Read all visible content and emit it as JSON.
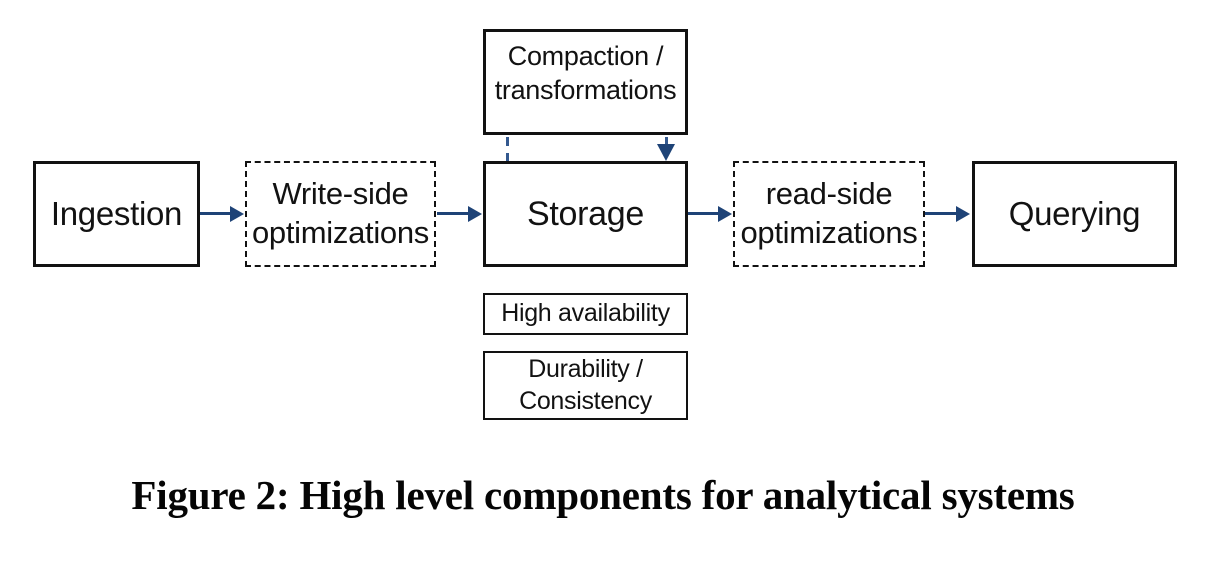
{
  "figure": {
    "caption": "Figure 2: High level components for analytical systems"
  },
  "diagram": {
    "nodes": {
      "ingestion": {
        "label": "Ingestion",
        "border": "solid"
      },
      "write_side": {
        "label": "Write-side\noptimizations",
        "border": "dashed"
      },
      "storage": {
        "label": "Storage",
        "border": "solid"
      },
      "read_side": {
        "label": "read-side\noptimizations",
        "border": "dashed"
      },
      "querying": {
        "label": "Querying",
        "border": "solid"
      },
      "compaction": {
        "label": "Compaction /\ntransformations",
        "border": "solid"
      },
      "high_availability": {
        "label": "High availability",
        "border": "solid"
      },
      "durability": {
        "label": "Durability /\nConsistency",
        "border": "solid"
      }
    },
    "edges": [
      {
        "from": "ingestion",
        "to": "write_side",
        "style": "solid-arrow"
      },
      {
        "from": "write_side",
        "to": "storage",
        "style": "solid-arrow"
      },
      {
        "from": "storage",
        "to": "read_side",
        "style": "solid-arrow"
      },
      {
        "from": "read_side",
        "to": "querying",
        "style": "solid-arrow"
      },
      {
        "from": "storage",
        "to": "compaction",
        "style": "dashed-loop"
      },
      {
        "from": "compaction",
        "to": "storage",
        "style": "dashed-loop-arrow"
      }
    ],
    "colors": {
      "arrow": "#1e4377",
      "loop_dash": "#34598f",
      "box_border": "#121212",
      "text": "#121212",
      "background": "#ffffff"
    }
  }
}
